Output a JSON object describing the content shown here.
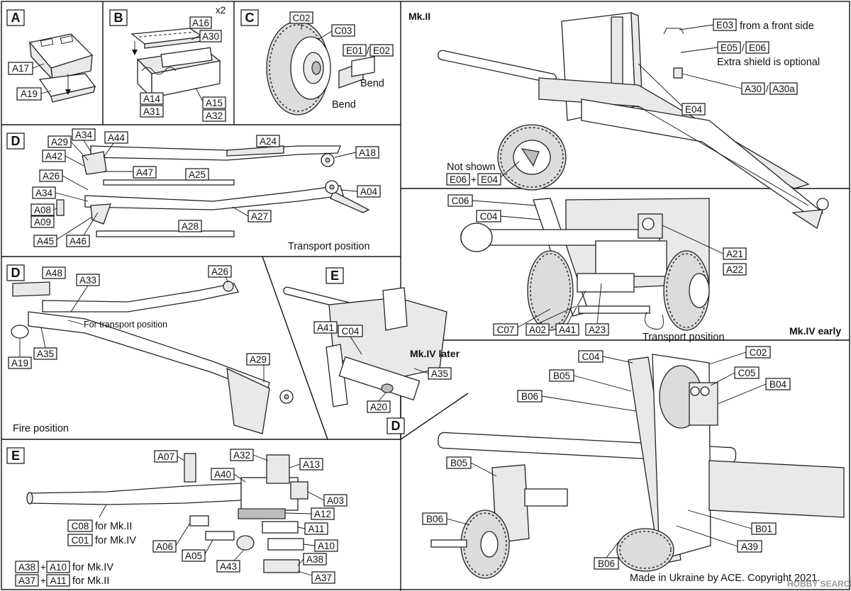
{
  "steps": {
    "A": {
      "step": "A",
      "parts": [
        "A17",
        "A19"
      ]
    },
    "B": {
      "step": "B",
      "qty": "x2",
      "parts": [
        "A16",
        "A30",
        "A14",
        "A31",
        "A15",
        "A32"
      ]
    },
    "C": {
      "step": "C",
      "parts": [
        "C02",
        "C03",
        "E01",
        "E02"
      ],
      "bend1": "Bend",
      "bend2": "Bend"
    },
    "MkII": {
      "title": "Mk.II",
      "parts": [
        "E03",
        "E05",
        "E06",
        "A30",
        "A30a",
        "E04"
      ],
      "e03_note": "from a front side",
      "extra_shield": "Extra shield is optional",
      "not_shown": "Not shown",
      "not_shown_parts": [
        "E06",
        "E04"
      ]
    },
    "D1": {
      "step": "D",
      "parts": [
        "A29",
        "A34",
        "A44",
        "A24",
        "A18",
        "A42",
        "A47",
        "A25",
        "A26",
        "A34",
        "A04",
        "A08",
        "A09",
        "A27",
        "A45",
        "A46",
        "A28"
      ],
      "caption": "Transport position"
    },
    "MkIVearly": {
      "title": "Mk.IV early",
      "parts": [
        "C06",
        "C04",
        "A21",
        "A22",
        "C07",
        "A02",
        "A41",
        "A23"
      ],
      "caption": "Transport position"
    },
    "D2": {
      "step": "D",
      "parts": [
        "A48",
        "A33",
        "A26",
        "A19",
        "A35",
        "A29"
      ],
      "note": "For transport position",
      "caption": "Fire position"
    },
    "E1": {
      "step": "E",
      "substep": "D",
      "parts": [
        "A41",
        "C04",
        "A35",
        "A20"
      ]
    },
    "MkIVlater": {
      "title": "Mk.IV later",
      "parts": [
        "C04",
        "C02",
        "B05",
        "C05",
        "B04",
        "B06",
        "B05",
        "B06",
        "B01",
        "A39",
        "B06"
      ]
    },
    "E2": {
      "step": "E",
      "parts": [
        "A07",
        "A32",
        "A13",
        "A40",
        "A03",
        "A12",
        "C08",
        "C01",
        "A11",
        "A10",
        "A06",
        "A05",
        "A43",
        "A38",
        "A37"
      ],
      "for_mk2": "for Mk.II",
      "for_mk4": "for Mk.IV",
      "combo1": [
        "A38",
        "A10"
      ],
      "combo1_note": "for Mk.IV",
      "combo2": [
        "A37",
        "A11"
      ],
      "combo2_note": "for Mk.II",
      "plus": "+"
    }
  },
  "slash": "/",
  "copyright": "Made in Ukraine by ACE. Copyright 2021.",
  "watermark": "HOBBY SEARCH"
}
